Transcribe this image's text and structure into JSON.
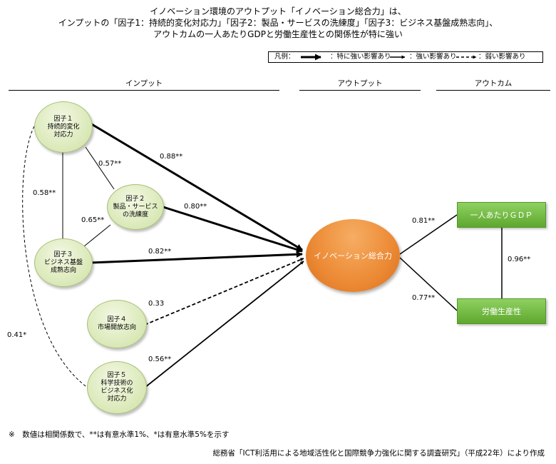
{
  "title_lines": [
    "イノベーション環境のアウトプット「イノベーション総合力」は、",
    "インプットの「因子1：持続的変化対応力」「因子2：製品・サービスの洗練度」「因子3：ビジネス基盤成熟志向」、",
    "アウトカムの一人あたりGDPと労働生産性との関係性が特に強い"
  ],
  "legend": {
    "prefix": "凡例：",
    "strong": "：特に強い影響あり",
    "medium": "：強い影響あり",
    "weak": "：弱い影響あり"
  },
  "sections": {
    "input": "インプット",
    "output": "アウトプット",
    "outcome": "アウトカム"
  },
  "nodes": {
    "f1": "因子１\n持続的変化\n対応力",
    "f2": "因子２\n製品・サービス\nの洗練度",
    "f3": "因子３\nビジネス基盤\n成熟志向",
    "f4": "因子４\n市場開放志向",
    "f5": "因子５\n科学技術の\nビジネス化\n対応力",
    "center": "イノベーション総合力",
    "gdp": "一人あたりＧＤＰ",
    "prod": "労働生産性"
  },
  "edges": {
    "f1_center": "0.88**",
    "f2_center": "0.80**",
    "f3_center": "0.82**",
    "f4_center": "0.33",
    "f5_center": "0.56**",
    "f1_f2": "0.57**",
    "f1_f3": "0.58**",
    "f2_f3": "0.65**",
    "f1_f5": "0.41*",
    "center_gdp": "0.81**",
    "center_prod": "0.77**",
    "gdp_prod": "0.96**"
  },
  "footnote": "※　数値は相関係数で、**は有意水準1%、*は有意水準5%を示す",
  "source": "総務省「ICT利活用による地域活性化と国際競争力強化に関する調査研究」（平成22年）により作成"
}
